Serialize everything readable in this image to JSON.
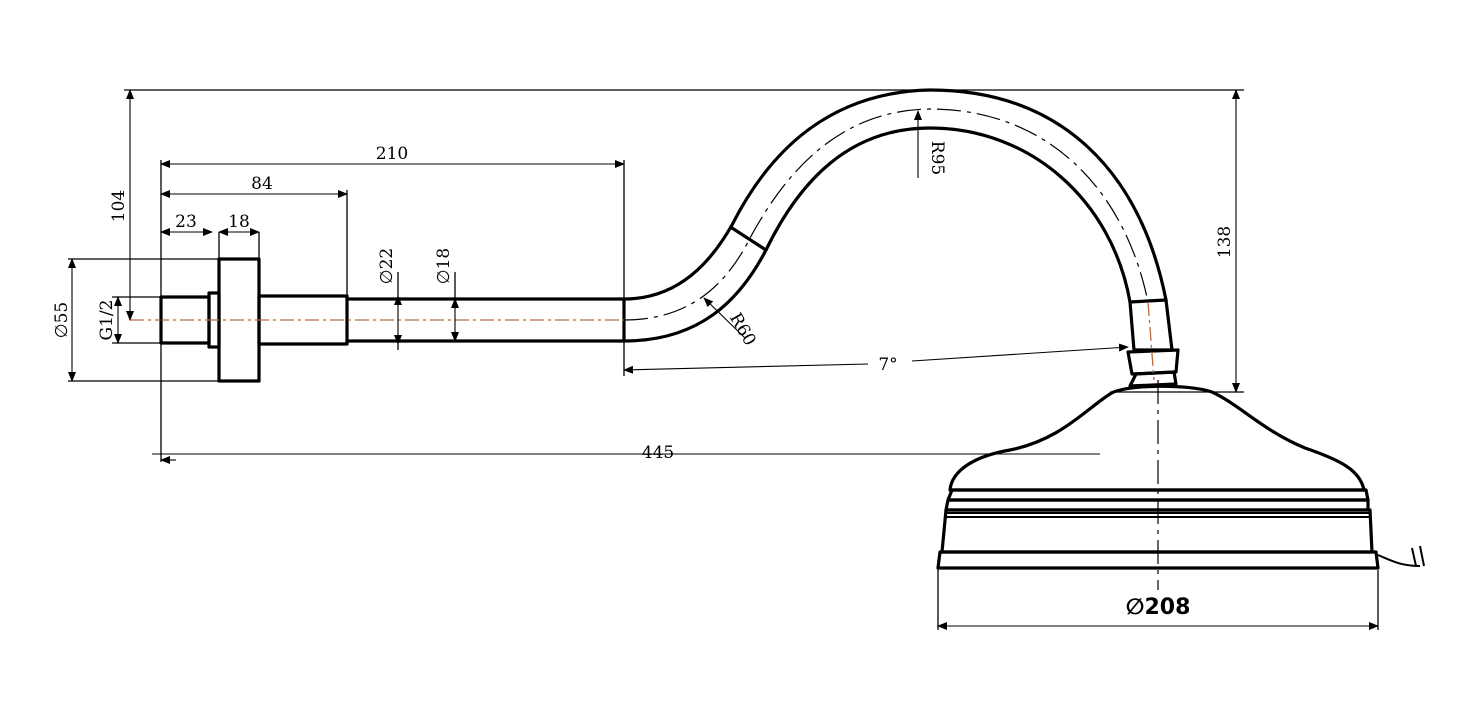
{
  "dimensions": {
    "overall_length": "445",
    "arm_length": "210",
    "flange_offset": "84",
    "thread_length": "23",
    "flange_width": "18",
    "height_top": "104",
    "height_right": "138",
    "flange_diameter": "55",
    "thread_size": "G1/2",
    "tube_diameter_outer": "22",
    "tube_diameter_inner": "18",
    "radius_small": "R60",
    "radius_large": "R95",
    "angle": "7°",
    "head_diameter": "208"
  },
  "symbols": {
    "diameter": "∅"
  },
  "colors": {
    "line": "#000000",
    "centerline": "#b86a3a"
  }
}
